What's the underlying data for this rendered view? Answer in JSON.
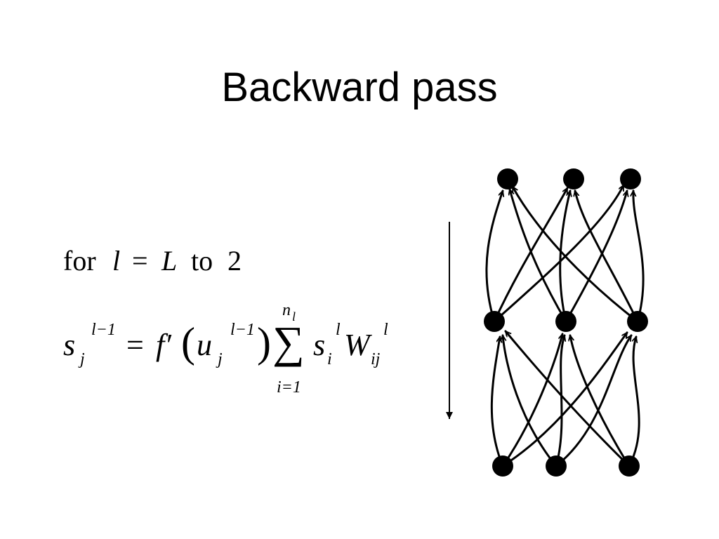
{
  "slide": {
    "title": "Backward pass"
  },
  "loop_line": {
    "word_for": "for",
    "var_l": "l",
    "equals": "=",
    "var_L": "L",
    "word_to": "to",
    "end_value": "2"
  },
  "equation": {
    "s_lhs": "s",
    "sub_j": "j",
    "sup_lm1": "l−1",
    "equals": "=",
    "f_prime": "f′",
    "open_paren": "(",
    "u": "u",
    "sub_j2": "j",
    "sup_lm1_2": "l−1",
    "close_paren": ")",
    "sigma": "∑",
    "sum_upper_n": "n",
    "sum_upper_l": "l",
    "sum_lower": "i=1",
    "s_rhs": "s",
    "sub_i": "i",
    "sup_l": "l",
    "W": "W",
    "sub_ij": "ij",
    "sup_l2": "l"
  },
  "diagram": {
    "node_color": "#000000",
    "layers": 3,
    "nodes_per_layer": 3,
    "arrow_direction": "down"
  }
}
